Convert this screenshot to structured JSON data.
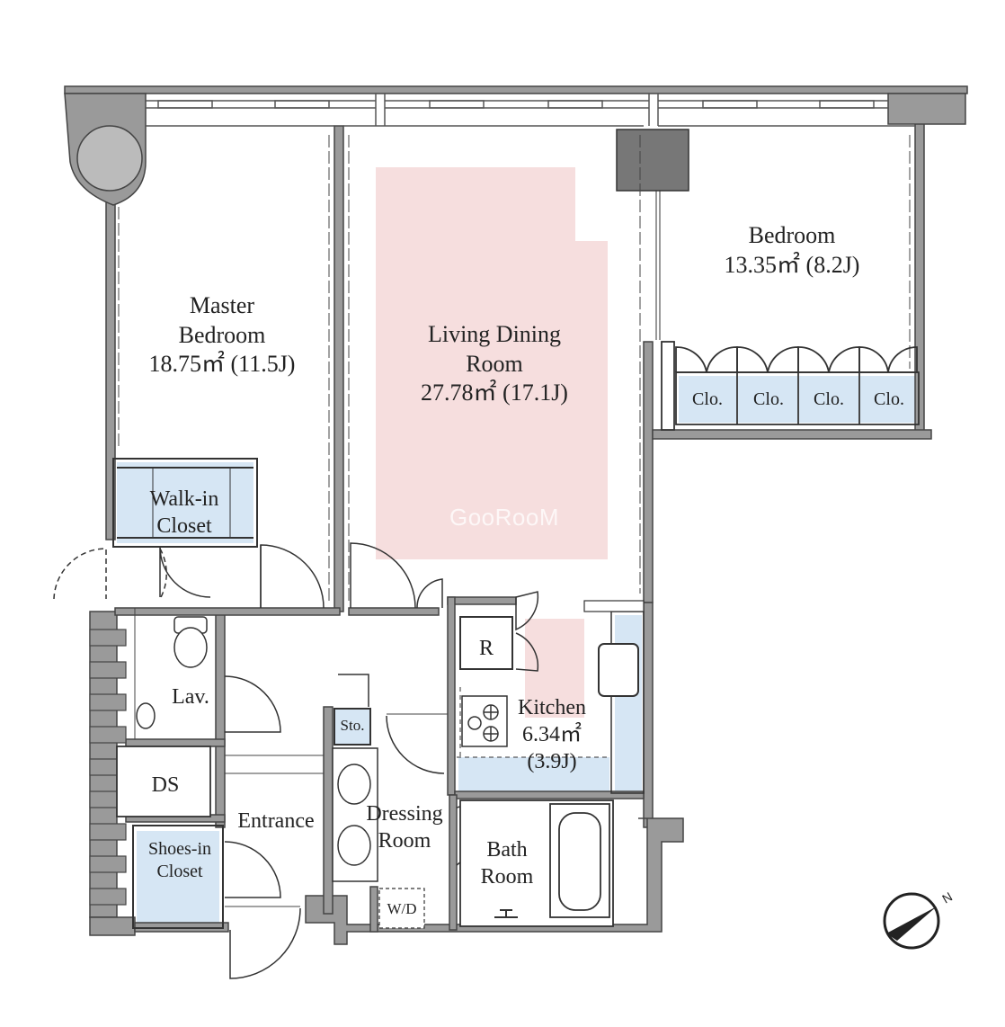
{
  "colors": {
    "wall": "#8a8a8a",
    "wall_dark": "#555555",
    "closet_fill": "#d6e6f4",
    "living_highlight": "#f6dede",
    "line": "#333333",
    "ac_unit": "#777777"
  },
  "rooms": {
    "master_bedroom": {
      "line1": "Master",
      "line2": "Bedroom",
      "area": "18.75㎡ (11.5J)"
    },
    "living": {
      "line1": "Living Dining",
      "line2": "Room",
      "area": "27.78㎡ (17.1J)"
    },
    "bedroom": {
      "line1": "Bedroom",
      "area": "13.35㎡ (8.2J)"
    },
    "kitchen": {
      "line1": "Kitchen",
      "line2": "6.34㎡",
      "line3": "(3.9J)"
    },
    "bath": {
      "line1": "Bath",
      "line2": "Room"
    },
    "dressing": {
      "line1": "Dressing",
      "line2": "Room"
    },
    "entrance": {
      "label": "Entrance"
    },
    "lav": {
      "label": "Lav."
    },
    "ds": {
      "label": "DS"
    },
    "walkin": {
      "line1": "Walk-in",
      "line2": "Closet"
    },
    "shoes": {
      "line1": "Shoes-in",
      "line2": "Closet"
    }
  },
  "fixtures": {
    "clo": [
      "Clo.",
      "Clo.",
      "Clo.",
      "Clo."
    ],
    "refrigerator": "R",
    "storage": "Sto.",
    "washer": "W/D"
  },
  "compass": {
    "label": "N",
    "icon": "north-arrow-icon"
  },
  "watermark": "GooRooM"
}
